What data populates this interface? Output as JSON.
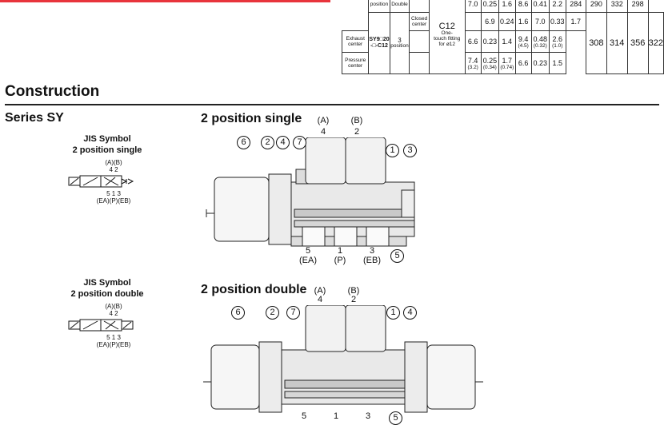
{
  "spec_table": {
    "model": "SY9□20",
    "model_suffix": "-□-C12",
    "position_label": "position",
    "double_label": "Double",
    "three_label": "3",
    "position3_label": "position",
    "fitting_code": "C12",
    "fitting_desc_1": "One-",
    "fitting_desc_2": "touch fitting",
    "fitting_desc_3": "for ø12",
    "rows": [
      {
        "label": "",
        "c1": "7.0",
        "c2": "0.25",
        "c3": "1.6",
        "c4": "8.6",
        "c5": "0.41",
        "c6": "2.2"
      },
      {
        "label": "Closed center",
        "c1": "6.9",
        "c2": "0.24",
        "c3": "1.6",
        "c4": "7.0",
        "c5": "0.33",
        "c6": "1.7"
      },
      {
        "label": "Exhaust center",
        "c1": "6.6",
        "c2": "0.23",
        "c3": "1.4",
        "c4": "9.4",
        "c4b": "(4.5)",
        "c5": "0.48",
        "c5b": "(0.32)",
        "c6": "2.6",
        "c6b": "(1.0)"
      },
      {
        "label": "Pressure center",
        "c1": "7.4",
        "c1b": "(3.2)",
        "c2": "0.25",
        "c2b": "(0.34)",
        "c3": "1.7",
        "c3b": "(0.74)",
        "c4": "6.6",
        "c5": "0.23",
        "c6": "1.5"
      }
    ],
    "top_right": [
      "284",
      "290",
      "332",
      "298"
    ],
    "bottom_right": [
      "308",
      "314",
      "356",
      "322"
    ]
  },
  "heading": "Construction",
  "series": "Series SY",
  "jis1": {
    "title1": "JIS Symbol",
    "title2": "2 position single",
    "ports_top1": "(A)(B)",
    "ports_top2": "4  2",
    "ports_bot1": "5  1  3",
    "ports_bot2": "(EA)(P)(EB)"
  },
  "jis2": {
    "title1": "JIS Symbol",
    "title2": "2 position double",
    "ports_top1": "(A)(B)",
    "ports_top2": "4  2",
    "ports_bot1": "5  1  3",
    "ports_bot2": "(EA)(P)(EB)"
  },
  "diag1": {
    "title": "2 position single",
    "top_a": "(A)",
    "top_a_num": "4",
    "top_b": "(B)",
    "top_b_num": "2",
    "bot": [
      {
        "num": "5",
        "name": "(EA)"
      },
      {
        "num": "1",
        "name": "(P)"
      },
      {
        "num": "3",
        "name": "(EB)"
      }
    ],
    "callouts": [
      "6",
      "2",
      "4",
      "7",
      "1",
      "3",
      "5"
    ]
  },
  "diag2": {
    "title": "2 position double",
    "top_a": "(A)",
    "top_a_num": "4",
    "top_b": "(B)",
    "top_b_num": "2",
    "bot": [
      "5",
      "1",
      "3"
    ],
    "callouts": [
      "6",
      "2",
      "7",
      "1",
      "4",
      "5"
    ]
  }
}
